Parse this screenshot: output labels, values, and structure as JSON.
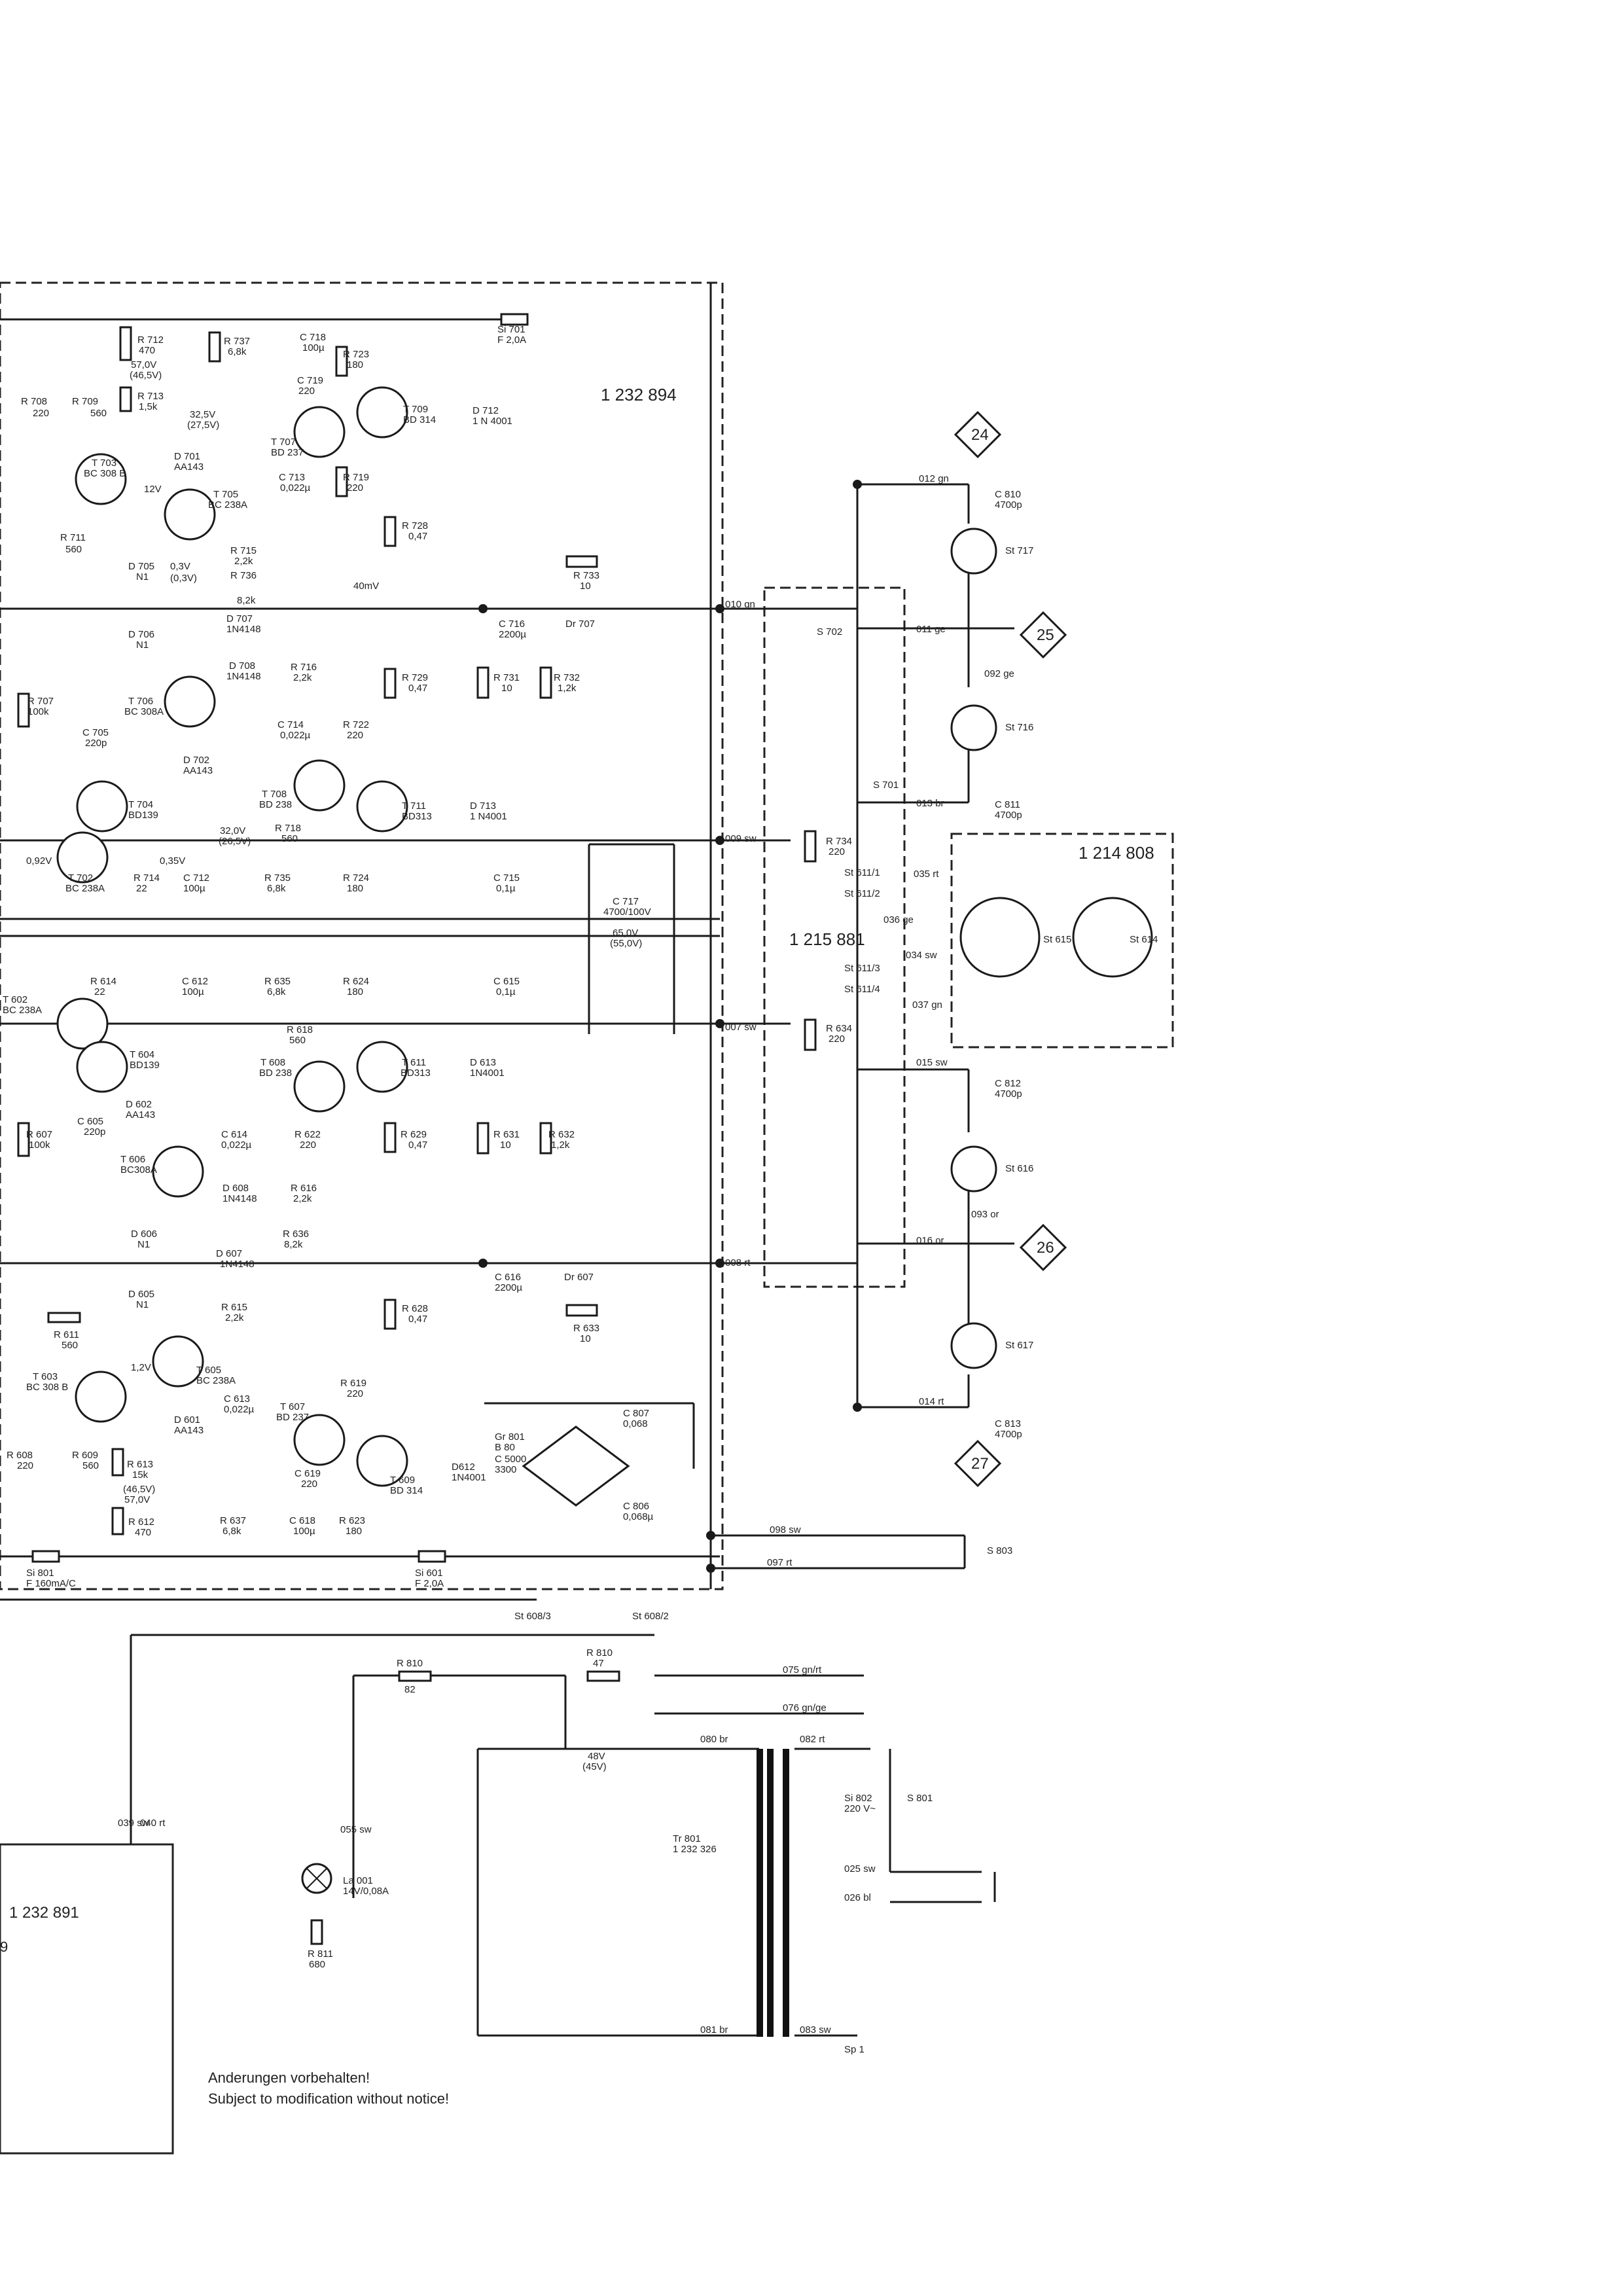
{
  "boards": {
    "main_amp": "1 232 894",
    "speaker_switch": "1 215 881",
    "din_board": "1 214 808",
    "lower_left": "1 232 891"
  },
  "components": [
    {
      "ref": "R 712",
      "val": "470"
    },
    {
      "ref": "R 713",
      "val": "1,5k"
    },
    {
      "ref": "R 709",
      "val": "560"
    },
    {
      "ref": "R 708",
      "val": "220"
    },
    {
      "ref": "R 737",
      "val": "6,8k"
    },
    {
      "ref": "C 718",
      "val": "100µ"
    },
    {
      "ref": "R 723",
      "val": "180"
    },
    {
      "ref": "C 719",
      "val": "220"
    },
    {
      "ref": "T 707",
      "val": "BD 237"
    },
    {
      "ref": "T 709",
      "val": "BD 314"
    },
    {
      "ref": "D 712",
      "val": "1 N 4001"
    },
    {
      "ref": "T 703",
      "val": "BC 308 B"
    },
    {
      "ref": "D 701",
      "val": "AA143"
    },
    {
      "ref": "C 713",
      "val": "0,022µ"
    },
    {
      "ref": "R 719",
      "val": "220"
    },
    {
      "ref": "T 705",
      "val": "BC 238A"
    },
    {
      "ref": "R 711",
      "val": "560"
    },
    {
      "ref": "R 728",
      "val": "0,47"
    },
    {
      "ref": "R 715",
      "val": "2,2k"
    },
    {
      "ref": "R 736",
      "val": "8,2k"
    },
    {
      "ref": "D 705",
      "val": "N1"
    },
    {
      "ref": "D 706",
      "val": "N1"
    },
    {
      "ref": "D 707",
      "val": "1N4148"
    },
    {
      "ref": "D 708",
      "val": "1N4148"
    },
    {
      "ref": "R 716",
      "val": "2,2k"
    },
    {
      "ref": "R 733",
      "val": "10"
    },
    {
      "ref": "Dr 707",
      "val": ""
    },
    {
      "ref": "C 716",
      "val": "2200µ"
    },
    {
      "ref": "R 729",
      "val": "0,47"
    },
    {
      "ref": "R 731",
      "val": "10"
    },
    {
      "ref": "R 732",
      "val": "1,2k"
    },
    {
      "ref": "T 706",
      "val": "BC 308A"
    },
    {
      "ref": "R 707",
      "val": "100k"
    },
    {
      "ref": "C 714",
      "val": "0,022µ"
    },
    {
      "ref": "R 722",
      "val": "220"
    },
    {
      "ref": "C 705",
      "val": "220p"
    },
    {
      "ref": "D 702",
      "val": "AA143"
    },
    {
      "ref": "T 708",
      "val": "BD 238"
    },
    {
      "ref": "T 711",
      "val": "BD313"
    },
    {
      "ref": "D 713",
      "val": "1 N4001"
    },
    {
      "ref": "T 704",
      "val": "BD139"
    },
    {
      "ref": "R 718",
      "val": "560"
    },
    {
      "ref": "T 702",
      "val": "BC 238A"
    },
    {
      "ref": "R 714",
      "val": "22"
    },
    {
      "ref": "C 712",
      "val": "100µ"
    },
    {
      "ref": "R 735",
      "val": "6,8k"
    },
    {
      "ref": "R 724",
      "val": "180"
    },
    {
      "ref": "C 715",
      "val": "0,1µ"
    },
    {
      "ref": "C 717",
      "val": "4700/100V"
    },
    {
      "ref": "R 734",
      "val": "220"
    },
    {
      "ref": "R 634",
      "val": "220"
    },
    {
      "ref": "T 602",
      "val": "BC 238A"
    },
    {
      "ref": "R 614",
      "val": "22"
    },
    {
      "ref": "C 612",
      "val": "100µ"
    },
    {
      "ref": "R 635",
      "val": "6,8k"
    },
    {
      "ref": "R 624",
      "val": "180"
    },
    {
      "ref": "C 615",
      "val": "0,1µ"
    },
    {
      "ref": "R 618",
      "val": "560"
    },
    {
      "ref": "T 604",
      "val": "BD139"
    },
    {
      "ref": "T 608",
      "val": "BD 238"
    },
    {
      "ref": "T 611",
      "val": "BD313"
    },
    {
      "ref": "D 613",
      "val": "1N4001"
    },
    {
      "ref": "C 605",
      "val": "220p"
    },
    {
      "ref": "D 602",
      "val": "AA143"
    },
    {
      "ref": "R 607",
      "val": "100k"
    },
    {
      "ref": "C 614",
      "val": "0,022µ"
    },
    {
      "ref": "R 622",
      "val": "220"
    },
    {
      "ref": "R 629",
      "val": "0,47"
    },
    {
      "ref": "R 631",
      "val": "10"
    },
    {
      "ref": "R 632",
      "val": "1,2k"
    },
    {
      "ref": "T 606",
      "val": "BC308A"
    },
    {
      "ref": "D 608",
      "val": "1N4148"
    },
    {
      "ref": "R 616",
      "val": "2,2k"
    },
    {
      "ref": "R 636",
      "val": "8,2k"
    },
    {
      "ref": "D 606",
      "val": "N1"
    },
    {
      "ref": "D 607",
      "val": "1N4148"
    },
    {
      "ref": "C 616",
      "val": "2200µ"
    },
    {
      "ref": "Dr 607",
      "val": ""
    },
    {
      "ref": "R 633",
      "val": "10"
    },
    {
      "ref": "D 605",
      "val": "N1"
    },
    {
      "ref": "R 615",
      "val": "2,2k"
    },
    {
      "ref": "R 628",
      "val": "0,47"
    },
    {
      "ref": "R 611",
      "val": "560"
    },
    {
      "ref": "T 603",
      "val": "BC 308 B"
    },
    {
      "ref": "T 605",
      "val": "BC 238A"
    },
    {
      "ref": "C 613",
      "val": "0,022µ"
    },
    {
      "ref": "R 619",
      "val": "220"
    },
    {
      "ref": "D 601",
      "val": "AA143"
    },
    {
      "ref": "T 607",
      "val": "BD 237"
    },
    {
      "ref": "R 608",
      "val": "220"
    },
    {
      "ref": "R 609",
      "val": "560"
    },
    {
      "ref": "R 613",
      "val": "15k"
    },
    {
      "ref": "R 612",
      "val": "470"
    },
    {
      "ref": "C 619",
      "val": "220"
    },
    {
      "ref": "T 609",
      "val": "BD 314"
    },
    {
      "ref": "D612",
      "val": "1N4001"
    },
    {
      "ref": "Gr 801",
      "val": "B 80"
    },
    {
      "ref": "C 5000",
      "val": "3300"
    },
    {
      "ref": "C 807",
      "val": "0,068"
    },
    {
      "ref": "C 806",
      "val": "0,068µ"
    },
    {
      "ref": "R 637",
      "val": "6,8k"
    },
    {
      "ref": "C 618",
      "val": "100µ"
    },
    {
      "ref": "R 623",
      "val": "180"
    },
    {
      "ref": "Si 801",
      "val": "F 160mA/C"
    },
    {
      "ref": "Si 601",
      "val": "F 2,0A"
    },
    {
      "ref": "Si 701",
      "val": "F 2,0A"
    },
    {
      "ref": "R 810",
      "val": "82"
    },
    {
      "ref": "R 810",
      "val": "47"
    },
    {
      "ref": "R 811",
      "val": "680"
    },
    {
      "ref": "La 001",
      "val": "14V/0,08A"
    },
    {
      "ref": "Tr 801",
      "val": "1 232 326"
    },
    {
      "ref": "Si 802",
      "val": "220 V~"
    },
    {
      "ref": "C 810",
      "val": "4700p"
    },
    {
      "ref": "C 811",
      "val": "4700p"
    },
    {
      "ref": "C 812",
      "val": "4700p"
    },
    {
      "ref": "C 813",
      "val": "4700p"
    }
  ],
  "voltages": [
    "57,0V",
    "(46,5V)",
    "32,5V",
    "(27,5V)",
    "12V",
    "0,3V",
    "(0,3V)",
    "40mV",
    "0,92V",
    "0,35V",
    "32,0V",
    "(26,5V)",
    "65,0V",
    "(55,0V)",
    "1,2V",
    "(46,5V)",
    "57,0V",
    "48V",
    "(45V)"
  ],
  "connectors": [
    {
      "id": "24",
      "wire": "012 gn",
      "socket": "St 717"
    },
    {
      "id": "25",
      "wire": "011 ge",
      "socket": "St 716"
    },
    {
      "id": "26",
      "wire": "016 or",
      "socket": "St 616"
    },
    {
      "id": "27",
      "wire": "014 rt",
      "socket": "St 617"
    }
  ],
  "wires": [
    "010 gn",
    "009 sw",
    "007 sw",
    "008 rt",
    "013 br",
    "092 ge",
    "015 sw",
    "093 or",
    "035 rt",
    "036 ge",
    "034 sw",
    "037 gn",
    "098 sw",
    "097 rt",
    "075 gn/rt",
    "076 gn/ge",
    "080 br",
    "082 rt",
    "025 sw",
    "026 bl",
    "081 br",
    "083 sw",
    "039 sw",
    "040 rt",
    "055 sw"
  ],
  "switches": [
    "S 702",
    "S 701",
    "St 611/1",
    "St 611/2",
    "St 611/3",
    "St 611/4",
    "St 615",
    "St 614",
    "S 803",
    "S 801",
    "St 608/3",
    "St 608/2",
    "Sp 1"
  ],
  "notice": {
    "line1": "Anderungen vorbehalten!",
    "line2": "Subject to modification without notice!"
  },
  "corner_digit": "9"
}
